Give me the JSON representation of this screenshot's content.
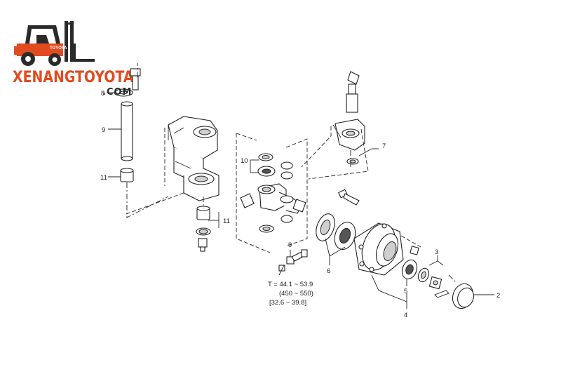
{
  "brand": {
    "name": "XENANGTOYOTA",
    "logo_badge": "TOYOTA",
    "color": "#e24b1f"
  },
  "diagram": {
    "callouts": {
      "c8": "8",
      "c9_top": "9",
      "c11_left": "11",
      "c10": "10",
      "c11_right": "11",
      "c9_bottom": "9",
      "c7": "7",
      "c6": "6",
      "c5": "5",
      "c4": "4",
      "c3": "3",
      "c2": "2"
    },
    "torque": {
      "line1": "T = 44.1 ~ 53.9",
      "line2": "(450 ~ 550)",
      "line3": "[32.6 ~ 39.8]"
    }
  }
}
